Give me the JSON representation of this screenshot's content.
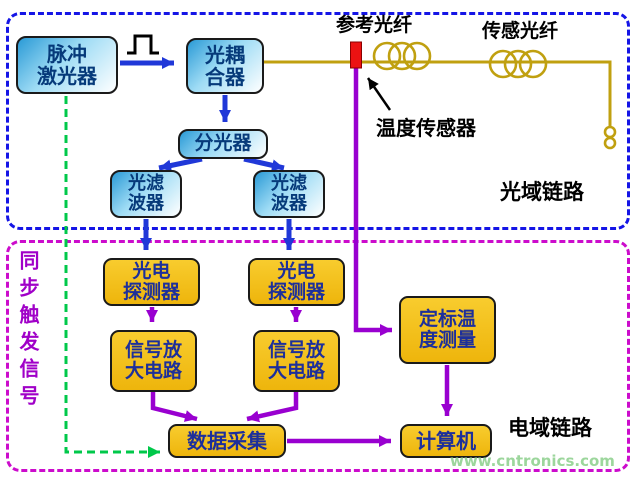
{
  "optical": {
    "pulse_laser": "脉冲\n激光器",
    "coupler": "光耦\n合器",
    "splitter": "分光器",
    "filter": "光滤\n波器",
    "reference_fiber": "参考光纤",
    "sensing_fiber": "传感光纤",
    "temperature_sensor": "温度传感器",
    "domain_label": "光域链路"
  },
  "electrical": {
    "photodetector": "光电\n探测器",
    "amplifier": "信号放\n大电路",
    "calibration": "定标温\n度测量",
    "daq": "数据采集",
    "computer": "计算机",
    "domain_label": "电域链路",
    "sync_trigger": "同步触发信号"
  },
  "watermark": "www.cntronics.com",
  "colors": {
    "optical_border": "#1515e6",
    "electrical_border": "#cc0ccc",
    "blue_box_text": "#063a7a",
    "yellow_box_fill": "#f2c117",
    "arrow_blue": "#2038d8",
    "arrow_purple": "#9900d0",
    "trigger_green": "#00c84a",
    "fiber": "#c0a010",
    "sensor_red": "#ec1212",
    "watermark_green": "#9cd69c"
  }
}
